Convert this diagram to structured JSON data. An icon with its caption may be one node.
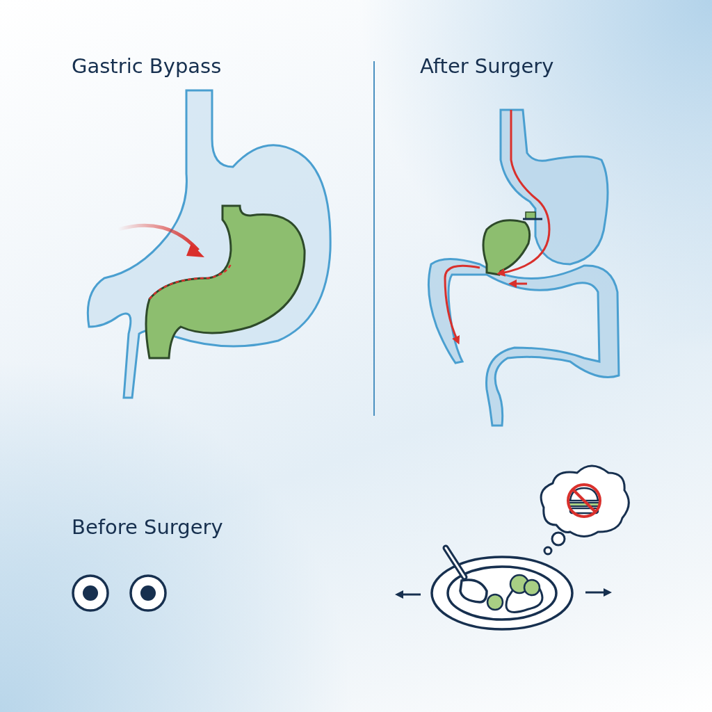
{
  "diagram": {
    "labels": [
      "Gastric Bypass",
      "After Surgery",
      "Before Surgery"
    ]
  }
}
